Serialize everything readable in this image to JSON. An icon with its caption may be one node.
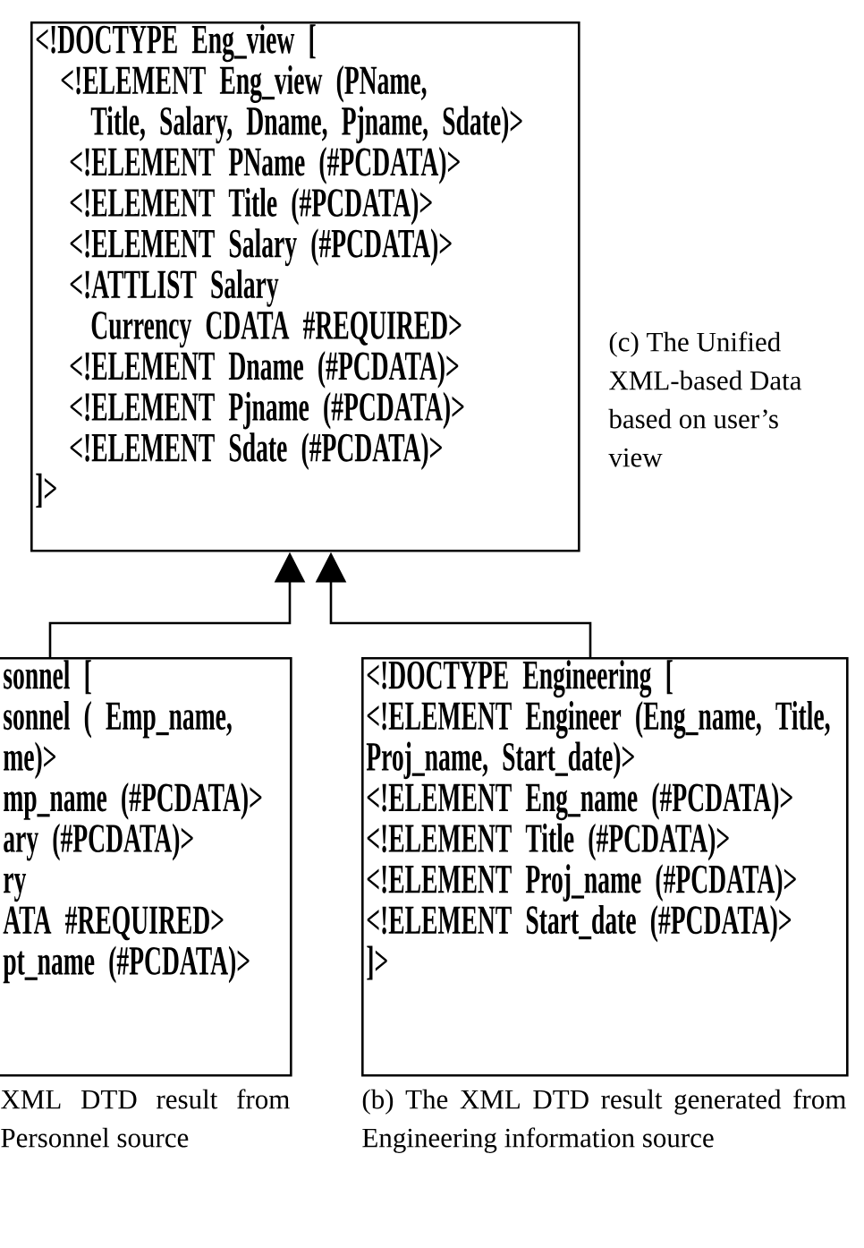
{
  "diagram": {
    "nodes": [
      {
        "text": [
          "<!DOCTYPE Eng_view [",
          "<!ELEMENT Eng_view (PName,",
          "Title, Salary, Dname, Pjname, Sdate)>",
          "<!ELEMENT PName (#PCDATA)>",
          "<!ELEMENT Title (#PCDATA)>",
          "<!ELEMENT Salary (#PCDATA)>",
          "<!ATTLIST Salary",
          "Currency CDATA #REQUIRED>",
          "<!ELEMENT Dname (#PCDATA)>",
          "<!ELEMENT Pjname (#PCDATA)>",
          "<!ELEMENT Sdate (#PCDATA)>",
          "]>"
        ],
        "beside": [
          "(c) The Unified XML-based Data based on user’s view"
        ]
      },
      {
        "text": [
          "sonnel [",
          "sonnel ( Emp_name,",
          "me)>",
          "mp_name (#PCDATA)>",
          "ary (#PCDATA)>",
          "ry",
          "ATA #REQUIRED>",
          "pt_name (#PCDATA)>"
        ],
        "beside": [
          "XML DTD result from Personnel source"
        ]
      },
      {
        "text": [
          "<!DOCTYPE Engineering [",
          "<!ELEMENT Engineer (Eng_name, Title,",
          "Proj_name, Start_date)>",
          "<!ELEMENT Eng_name (#PCDATA)>",
          "<!ELEMENT Title (#PCDATA)>",
          "<!ELEMENT Proj_name (#PCDATA)>",
          "<!ELEMENT Start_date (#PCDATA)>",
          "]>"
        ],
        "beside": [
          "(b) The XML DTD result generated from Engineering information source"
        ]
      }
    ],
    "edges": [
      {
        "from": 1,
        "to": 0,
        "arrow": "to"
      },
      {
        "from": 2,
        "to": 0,
        "arrow": "to"
      }
    ]
  }
}
